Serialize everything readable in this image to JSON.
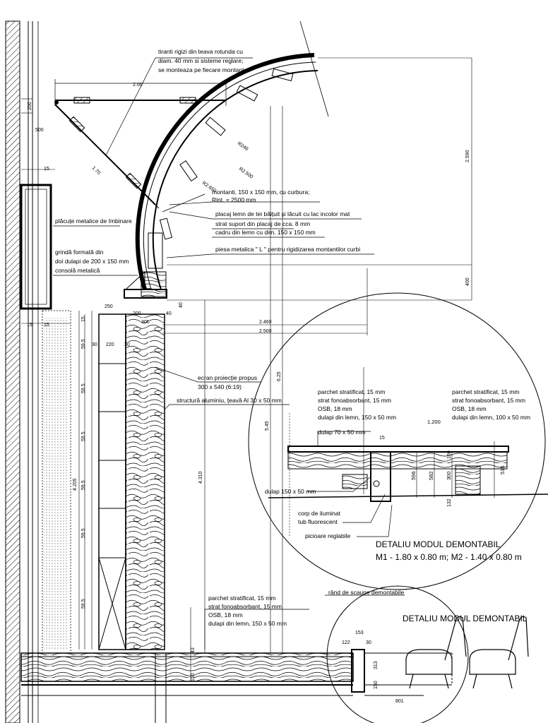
{
  "notes": {
    "tiranti": [
      "tiranti rigizi din teava rotunda cu",
      "diam. 40 mm si sisteme reglare;",
      "se monteaza pe fiecare montant"
    ],
    "montanti": [
      "montanti, 150 x 150 mm, cu curbura;",
      "Rint. = 2500 mm"
    ],
    "placaj": "placaj lemn de tei băițuit și lăcuit cu lac incolor mat",
    "strat_suport": "strat suport din placaj de cca. 8 mm",
    "cadru": "cadru din lemn cu dim. 150 x 150 mm",
    "placute": "plăcuțe metalice de îmbinare",
    "grinda": [
      "grindă formată din",
      "doi dulapi de 200 x 150 mm"
    ],
    "consola": "consolă metalică",
    "piesa_l": "piesa metalica \" L \" pentru rigidizarea montantilor curbi",
    "ecran": [
      "ecran proiecție propus",
      "300 x 540 (6:19)"
    ],
    "structura": "structură aluminiu, țeavă Al 30 x 50 mm",
    "floor_left": [
      "parchet stratificat, 15 mm",
      "strat fonoabsorbant, 15 mm",
      "OSB, 18 mm",
      "dulapi din lemn, 150 x 50 mm"
    ],
    "detail_left": [
      "parchet stratificat, 15 mm",
      "strat fonoabsorbant, 15 mm",
      "OSB, 18 mm",
      "dulapi din lemn, 150 x 50 mm"
    ],
    "detail_right": [
      "parchet stratificat, 15 mm",
      "strat fonoabsorbant, 15 mm",
      "OSB, 18 mm",
      "dulapi din lemn, 100 x 50 mm"
    ],
    "dulap_70": "dulap 70 x 50 mm",
    "dulap_150": "dulap 150 x 50 mm",
    "corp": [
      "corp de iluminat",
      "tub fluorescent"
    ],
    "picioare": "picioare reglabile",
    "detail_title": "DETALIU MODUL DEMONTABIL",
    "detail_sub": "M1 - 1.80 x 0.80 m; M2 - 1.40 x 0.80 m",
    "scaune": "rând de scaune demontabile",
    "detail_title2": "DETALIU MODUL DEMONTABIL"
  },
  "dims": {
    "d200": "2.00",
    "d170": "1.70",
    "r246": "R246",
    "r2500": "R2.500",
    "r2650": "R2.650",
    "d2590": "2.590",
    "d400": "400",
    "d2460": "2.460",
    "d2500": "2.500",
    "d200v": "200",
    "d500": "500",
    "d15": "15",
    "d15a": "15",
    "d15b": "15",
    "d250": "250",
    "d30": "30",
    "d220": "220",
    "d30b": "30",
    "d200b": "200",
    "d40": "40",
    "d40b": "40",
    "d300": "300",
    "d15v": "15",
    "d595a": "59.5",
    "d595b": "59.5",
    "d595c": "59.5",
    "d595d": "59.5",
    "d595e": "59.5",
    "d595f": "59.5",
    "d4205": "4.205",
    "d4310": "4.310",
    "d545": "5.45",
    "d625": "6.25",
    "d150v": "150",
    "d43": "43",
    "d1200": "1.200",
    "d15c": "15",
    "d596": "596",
    "d582": "582",
    "d300b": "300",
    "d160": "160",
    "d515": "515",
    "d132": "132",
    "d153": "153",
    "d122": "122",
    "d30c": "30",
    "d313": "313",
    "d150c": "150",
    "d801": "801"
  }
}
